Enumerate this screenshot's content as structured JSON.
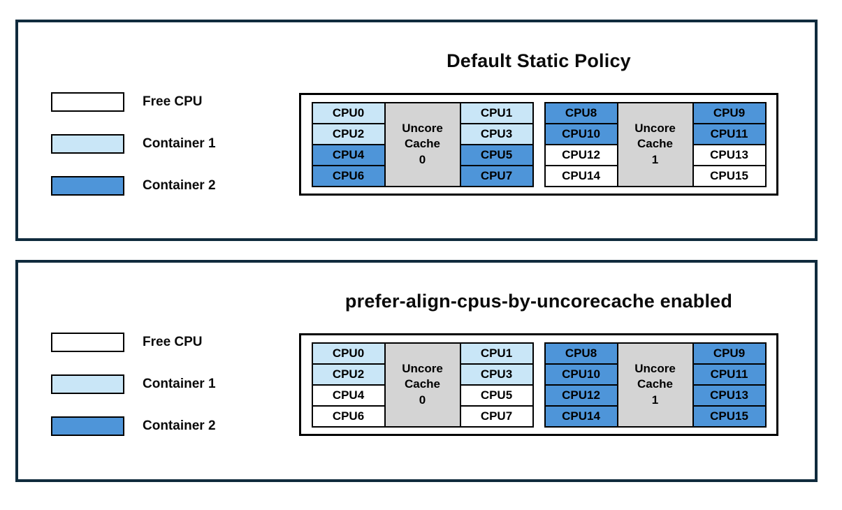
{
  "legend": {
    "items": [
      {
        "label": "Free CPU",
        "state": "free"
      },
      {
        "label": "Container 1",
        "state": "container1"
      },
      {
        "label": "Container 2",
        "state": "container2"
      }
    ]
  },
  "colors": {
    "free_cpu": "#ffffff",
    "container1": "#c9e6f7",
    "container2": "#4e95d9",
    "uncore_cache": "#d4d4d4",
    "panel_border": "#102b3d",
    "cell_border": "#000000"
  },
  "panels": [
    {
      "title": "Default Static Policy",
      "groups": [
        {
          "cache_label": "Uncore\nCache\n0",
          "left_cpus": [
            {
              "label": "CPU0",
              "state": "container1"
            },
            {
              "label": "CPU2",
              "state": "container1"
            },
            {
              "label": "CPU4",
              "state": "container2"
            },
            {
              "label": "CPU6",
              "state": "container2"
            }
          ],
          "right_cpus": [
            {
              "label": "CPU1",
              "state": "container1"
            },
            {
              "label": "CPU3",
              "state": "container1"
            },
            {
              "label": "CPU5",
              "state": "container2"
            },
            {
              "label": "CPU7",
              "state": "container2"
            }
          ]
        },
        {
          "cache_label": "Uncore\nCache\n1",
          "left_cpus": [
            {
              "label": "CPU8",
              "state": "container2"
            },
            {
              "label": "CPU10",
              "state": "container2"
            },
            {
              "label": "CPU12",
              "state": "free"
            },
            {
              "label": "CPU14",
              "state": "free"
            }
          ],
          "right_cpus": [
            {
              "label": "CPU9",
              "state": "container2"
            },
            {
              "label": "CPU11",
              "state": "container2"
            },
            {
              "label": "CPU13",
              "state": "free"
            },
            {
              "label": "CPU15",
              "state": "free"
            }
          ]
        }
      ]
    },
    {
      "title": "prefer-align-cpus-by-uncorecache enabled",
      "groups": [
        {
          "cache_label": "Uncore\nCache\n0",
          "left_cpus": [
            {
              "label": "CPU0",
              "state": "container1"
            },
            {
              "label": "CPU2",
              "state": "container1"
            },
            {
              "label": "CPU4",
              "state": "free"
            },
            {
              "label": "CPU6",
              "state": "free"
            }
          ],
          "right_cpus": [
            {
              "label": "CPU1",
              "state": "container1"
            },
            {
              "label": "CPU3",
              "state": "container1"
            },
            {
              "label": "CPU5",
              "state": "free"
            },
            {
              "label": "CPU7",
              "state": "free"
            }
          ]
        },
        {
          "cache_label": "Uncore\nCache\n1",
          "left_cpus": [
            {
              "label": "CPU8",
              "state": "container2"
            },
            {
              "label": "CPU10",
              "state": "container2"
            },
            {
              "label": "CPU12",
              "state": "container2"
            },
            {
              "label": "CPU14",
              "state": "container2"
            }
          ],
          "right_cpus": [
            {
              "label": "CPU9",
              "state": "container2"
            },
            {
              "label": "CPU11",
              "state": "container2"
            },
            {
              "label": "CPU13",
              "state": "container2"
            },
            {
              "label": "CPU15",
              "state": "container2"
            }
          ]
        }
      ]
    }
  ]
}
